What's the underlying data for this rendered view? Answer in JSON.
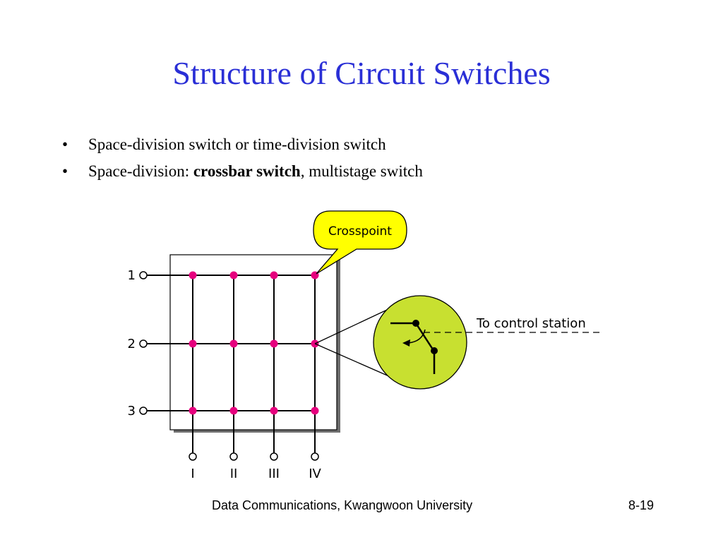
{
  "slide": {
    "title": "Structure of Circuit Switches",
    "title_color": "#2a2fd6",
    "bullets": [
      {
        "marker": "•",
        "text": "Space-division switch or time-division switch"
      },
      {
        "marker": "•",
        "pre": "Space-division: ",
        "bold": "crossbar switch",
        "post": ", multistage switch"
      }
    ]
  },
  "diagram": {
    "callout_label": "Crosspoint",
    "control_label": "To control station",
    "input_labels": [
      "1",
      "2",
      "3"
    ],
    "output_labels": [
      "I",
      "II",
      "III",
      "IV"
    ],
    "colors": {
      "crosspoint": "#e6007e",
      "callout_fill": "#ffff00",
      "zoom_fill": "#c8e030"
    }
  },
  "footer": {
    "text": "Data Communications, Kwangwoon University",
    "page": "8-19"
  }
}
